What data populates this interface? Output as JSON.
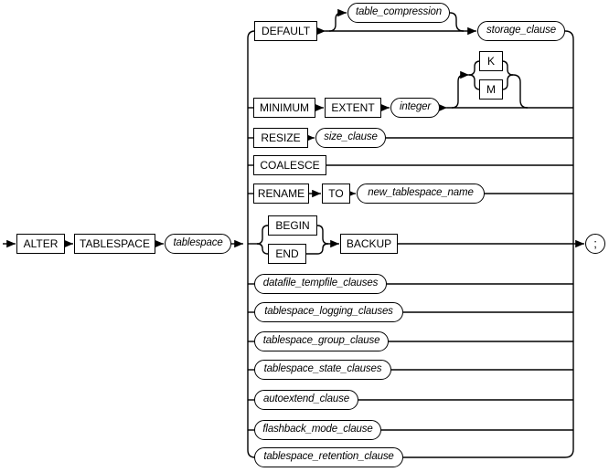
{
  "colors": {
    "line": "#000000",
    "node_fill": "#ffffff",
    "text": "#000000",
    "background": "#ffffff"
  },
  "nodes": {
    "alter": "ALTER",
    "tablespace_keyword": "TABLESPACE",
    "tablespace": "tablespace",
    "default": "DEFAULT",
    "table_compression": "table_compression",
    "storage_clause": "storage_clause",
    "minimum": "MINIMUM",
    "extent": "EXTENT",
    "integer": "integer",
    "k": "K",
    "m": "M",
    "resize": "RESIZE",
    "size_clause": "size_clause",
    "coalesce": "COALESCE",
    "rename": "RENAME",
    "to": "TO",
    "new_tablespace_name": "new_tablespace_name",
    "begin": "BEGIN",
    "end": "END",
    "backup": "BACKUP",
    "datafile_tempfile_clauses": "datafile_tempfile_clauses",
    "tablespace_logging_clauses": "tablespace_logging_clauses",
    "tablespace_group_clause": "tablespace_group_clause",
    "tablespace_state_clauses": "tablespace_state_clauses",
    "autoextend_clause": "autoextend_clause",
    "flashback_mode_clause": "flashback_mode_clause",
    "tablespace_retention_clause": "tablespace_retention_clause",
    "terminator": ";"
  }
}
